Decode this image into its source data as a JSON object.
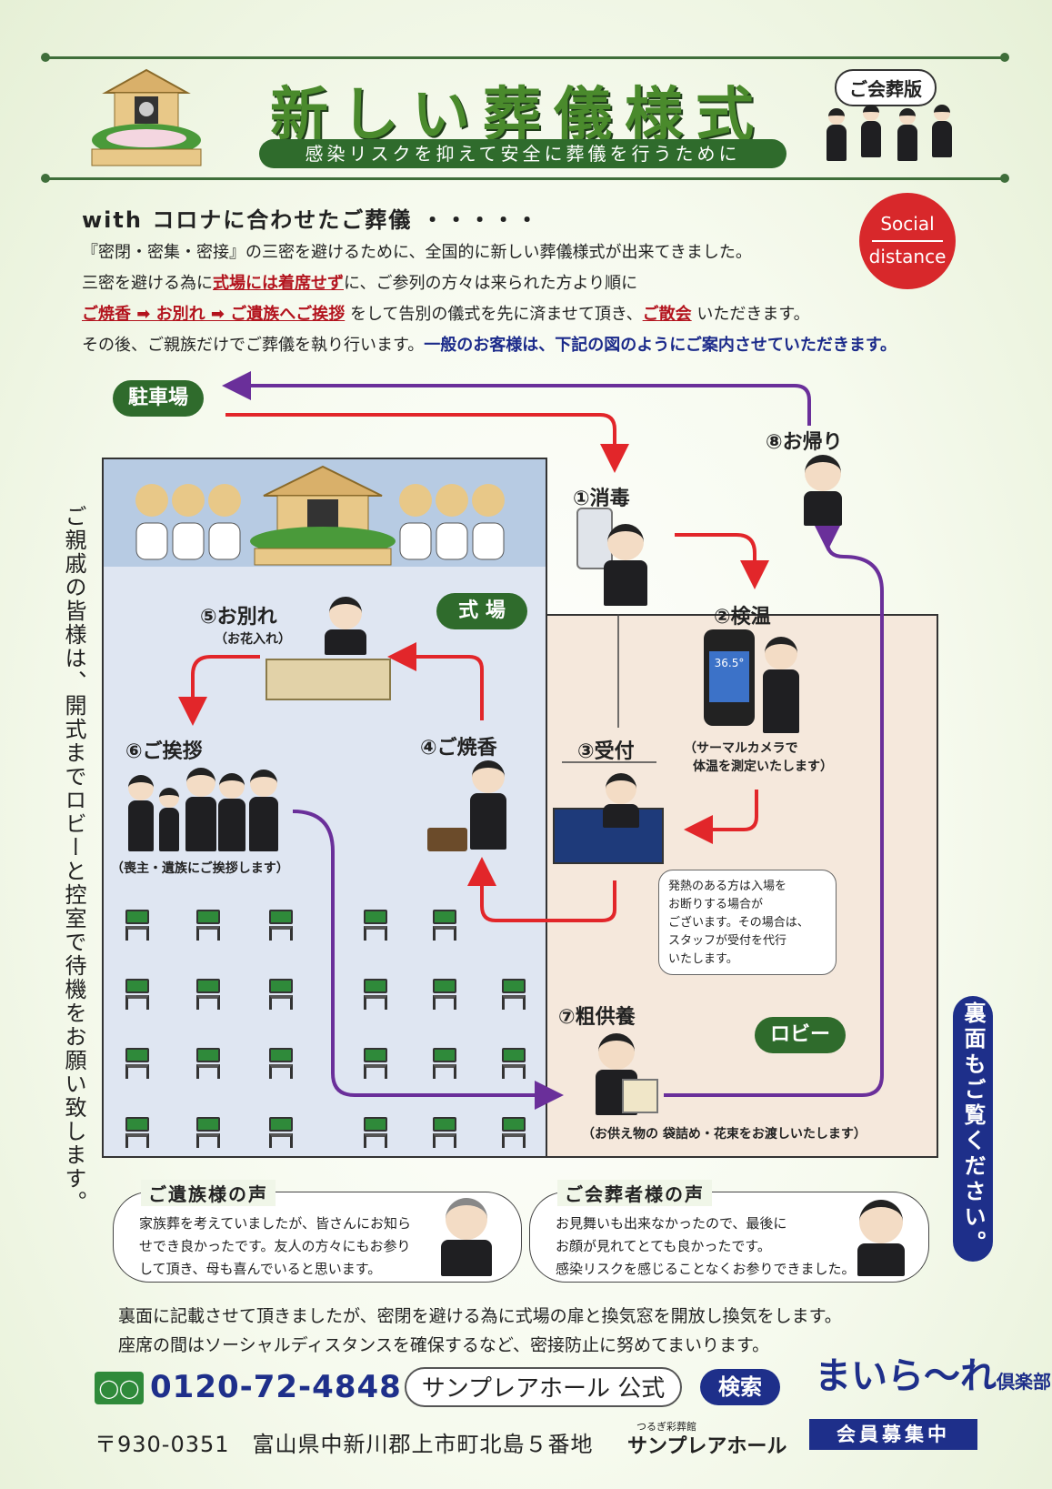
{
  "header": {
    "title": "新しい葬儀様式",
    "subtitle": "感染リスクを抑えて安全に葬儀を行うために",
    "edition": "ご会葬版"
  },
  "intro": {
    "lead": "with コロナに合わせたご葬儀 ・・・・・",
    "line1": "『密閉・密集・密接』の三密を避けるために、全国的に新しい葬儀様式が出来てきました。",
    "line2_a": "三密を避ける為に",
    "line2_b": "式場には着席せず",
    "line2_c": "に、ご参列の方々は来られた方より順に",
    "line3_a": "ご焼香 ➡ お別れ ➡ ご遺族へご挨拶",
    "line3_b": "をして告別の儀式を先に済ませて頂き、",
    "line3_c": "ご散会",
    "line3_d": "いただきます。",
    "line4_a": "その後、ご親族だけでご葬儀を執り行います。",
    "line4_b": "一般のお客様は、下記の図のようにご案内させていただきます。"
  },
  "badge": {
    "line1": "Social",
    "line2": "distance"
  },
  "flow": {
    "parking": "駐車場",
    "hall": "式 場",
    "lobby": "ロビー",
    "s1": "①消毒",
    "s2": "②検温",
    "s2_note": "（サーマルカメラで\n体温を測定いたします）",
    "s2_note1": "（サーマルカメラで",
    "s2_note2": "体温を測定いたします）",
    "temp": "36.5°",
    "s3": "③受付",
    "s4": "④ご焼香",
    "s5": "⑤お別れ",
    "s5_note": "（お花入れ）",
    "s6": "⑥ご挨拶",
    "s6_note": "（喪主・遺族にご挨拶します）",
    "s7": "⑦粗供養",
    "s7_note": "（お供え物の 袋詰め・花束をお渡しいたします）",
    "s8": "⑧お帰り",
    "fever_note": [
      "発熱のある方は入場を",
      "お断りする場合が",
      "ございます。その場合は、",
      "スタッフが受付を代行",
      "いたします。"
    ]
  },
  "side_left": "ご親戚の皆様は、開式までロビーと控室で待機をお願い致します。",
  "side_right": "裏面もご覧ください。",
  "voices": [
    {
      "title": "ご遺族様の声",
      "lines": [
        "家族葬を考えていましたが、皆さんにお知ら",
        "せでき良かったです。友人の方々にもお参り",
        "して頂き、母も喜んでいると思います。"
      ]
    },
    {
      "title": "ご会葬者様の声",
      "lines": [
        "お見舞いも出来なかったので、最後に",
        "お顔が見れてとても良かったです。",
        "感染リスクを感じることなくお参りできました。"
      ]
    }
  ],
  "footnote": {
    "line1": "裏面に記載させて頂きましたが、密閉を避ける為に式場の扉と換気窓を開放し換気をします。",
    "line2": "座席の間はソーシャルディスタンスを確保するなど、密接防止に努めてまいります。"
  },
  "footer": {
    "freedial": "0120-72-4848",
    "search_text": "サンプレアホール 公式",
    "search_button": "検索",
    "address": "〒930-0351　富山県中新川郡上市町北島５番地",
    "hall_name_small": "つるぎ彩葬館",
    "hall_name": "サンプレアホール",
    "club_logo": "まいら〜れ",
    "club_sub": "倶楽部",
    "recruit": "会員募集中"
  },
  "colors": {
    "green": "#2f6b2c",
    "red": "#d8282b",
    "navy": "#1e2f8a",
    "purple": "#6a2f9a",
    "arrow_red": "#e2262a"
  }
}
